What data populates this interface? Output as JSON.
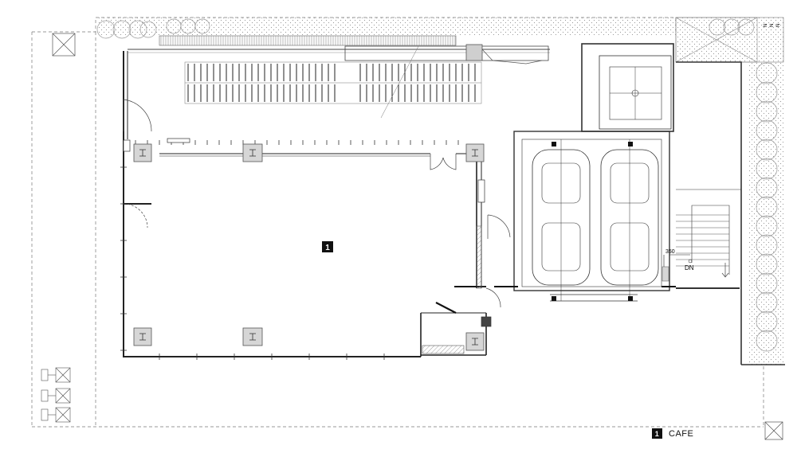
{
  "plan": {
    "room_tag": "1",
    "dimension_label": "350",
    "stair_label": "DN",
    "north_marks": [
      "N",
      "N",
      "N"
    ]
  },
  "legend": {
    "items": [
      {
        "number": "1",
        "label": "CAFE"
      }
    ]
  },
  "colors": {
    "line": "#333333",
    "dot_fill": "#bdbdbd",
    "column_fill": "#d6d6d6",
    "badge": "#111111"
  }
}
